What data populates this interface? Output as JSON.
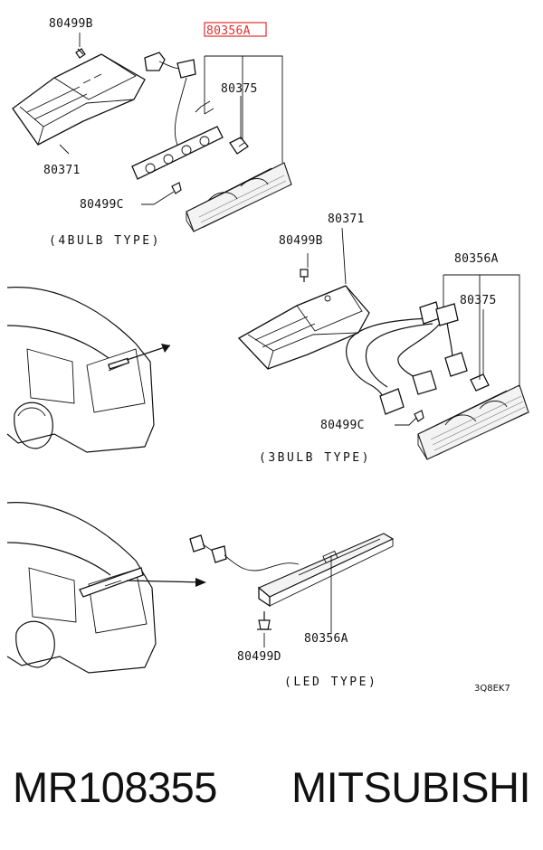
{
  "diagram": {
    "labels": {
      "p80499b_top": "80499B",
      "p80356a_top": "80356A",
      "p80375_top": "80375",
      "p80371_top": "80371",
      "p80499c_top": "80499C",
      "cap_4bulb": "(4BULB TYPE)",
      "p80371_mid": "80371",
      "p80499b_mid": "80499B",
      "p80356a_mid": "80356A",
      "p80375_mid": "80375",
      "p80499c_mid": "80499C",
      "cap_3bulb": "(3BULB TYPE)",
      "p80356a_bot": "80356A",
      "p80499d_bot": "80499D",
      "cap_led": "(LED TYPE)",
      "diagram_code": "3Q8EK7"
    },
    "highlight_color": "#e03030"
  },
  "footer": {
    "part_number": "MR108355",
    "brand": "MITSUBISHI"
  }
}
